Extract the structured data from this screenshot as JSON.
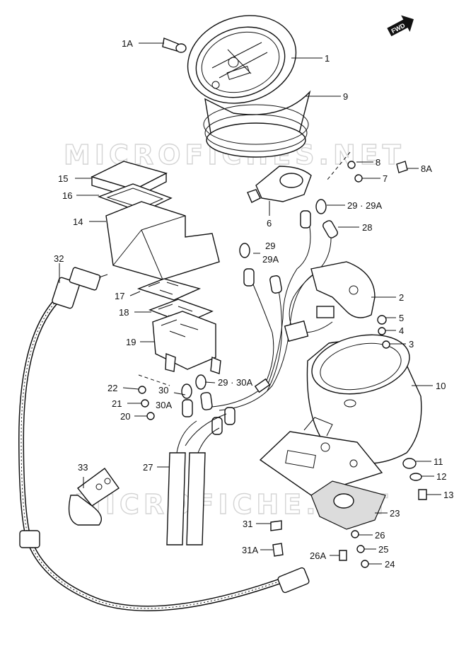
{
  "watermark": {
    "top": "MICROFICHES.NET",
    "bottom": "MICROFICHE.NET"
  },
  "badge": "FWD",
  "callouts": {
    "c1A": "1A",
    "c1": "1",
    "c9": "9",
    "c8": "8",
    "c8A": "8A",
    "c7": "7",
    "c6": "6",
    "c29_29A_top": "29 · 29A",
    "c28": "28",
    "c29": "29",
    "c29A": "29A",
    "c15": "15",
    "c16": "16",
    "c14": "14",
    "c32": "32",
    "c17": "17",
    "c18": "18",
    "c19": "19",
    "c2": "2",
    "c5": "5",
    "c4": "4",
    "c3": "3",
    "c10": "10",
    "c22": "22",
    "c30": "30",
    "c29_30A": "29 · 30A",
    "c21": "21",
    "c30A": "30A",
    "c20": "20",
    "c33": "33",
    "c27": "27",
    "c11": "11",
    "c12": "12",
    "c13": "13",
    "c23": "23",
    "c31": "31",
    "c26": "26",
    "c31A": "31A",
    "c26A": "26A",
    "c25": "25",
    "c24": "24"
  }
}
